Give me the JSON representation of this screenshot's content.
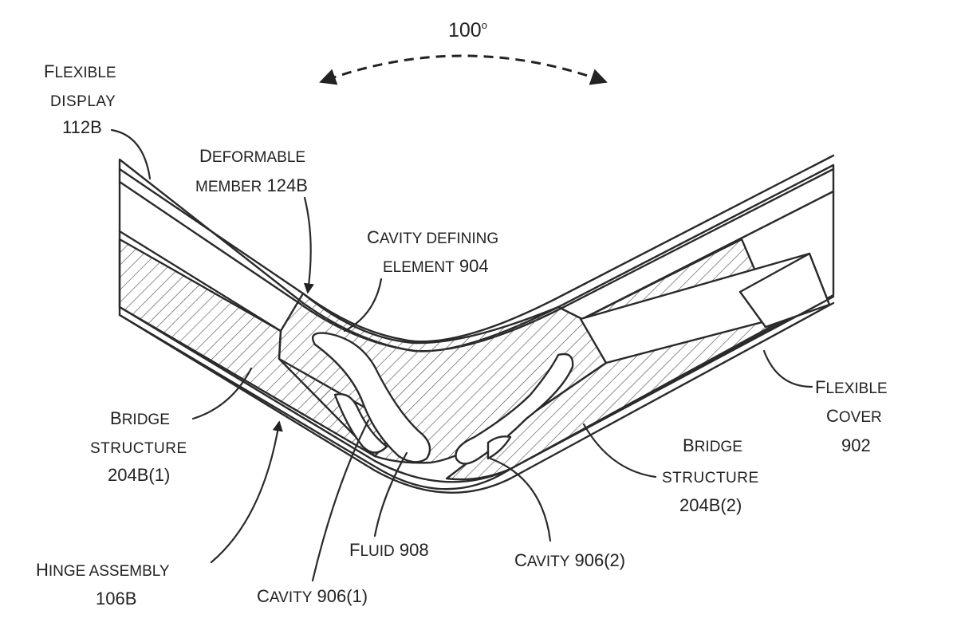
{
  "angle": {
    "value": "100",
    "unit": "o"
  },
  "labels": {
    "flexible_display": {
      "line1_cap": "F",
      "line1_rest": "LEXIBLE",
      "line2": "DISPLAY",
      "line3": "112B"
    },
    "deformable_member": {
      "line1_cap": "D",
      "line1_rest": "EFORMABLE",
      "line2_sc": "MEMBER",
      "line2_num": "124B"
    },
    "cavity_defining": {
      "line1_cap": "C",
      "line1_rest": "AVITY DEFINING",
      "line2_sc": "ELEMENT",
      "line2_num": "904"
    },
    "bridge_left": {
      "line1_cap": "B",
      "line1_rest": "RIDGE",
      "line2": "STRUCTURE",
      "line3": "204B(1)"
    },
    "bridge_right": {
      "line1_cap": "B",
      "line1_rest": "RIDGE",
      "line2": "STRUCTURE",
      "line3": "204B(2)"
    },
    "flexible_cover": {
      "line1_cap": "F",
      "line1_rest": "LEXIBLE",
      "line2_cap": "C",
      "line2_rest": "OVER",
      "line3": "902"
    },
    "hinge_assembly": {
      "line1_cap": "H",
      "line1_rest": "INGE ASSEMBLY",
      "line2": "106B"
    },
    "fluid": {
      "cap": "F",
      "rest": "LUID",
      "num": "908"
    },
    "cavity_1": {
      "cap": "C",
      "rest": "AVITY",
      "num": "906(1)"
    },
    "cavity_2": {
      "cap": "C",
      "rest": "AVITY",
      "num": "906(2)"
    }
  }
}
